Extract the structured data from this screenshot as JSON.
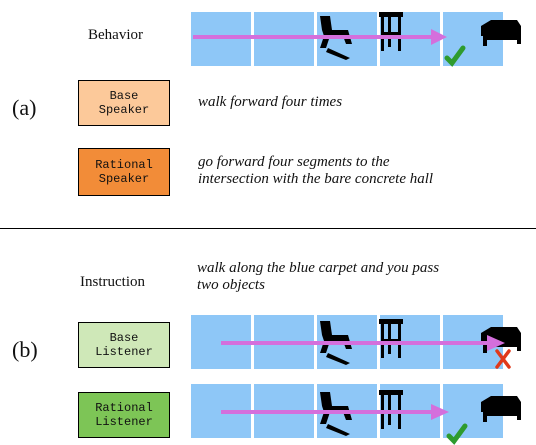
{
  "panel_a": {
    "letter": "(a)",
    "row_label": "Behavior",
    "base_speaker": {
      "label": "Base\nSpeaker",
      "fill": "#fcc99a",
      "utterance": "walk forward four times"
    },
    "rational_speaker": {
      "label": "Rational\nSpeaker",
      "fill": "#f28c38",
      "utterance_line1": "go forward four segments to the",
      "utterance_line2": "intersection with the bare concrete hall"
    },
    "strip": {
      "success": true
    }
  },
  "panel_b": {
    "letter": "(b)",
    "row_label": "Instruction",
    "instruction_line1": "walk along the blue carpet and you pass",
    "instruction_line2": "two objects",
    "base_listener": {
      "label": "Base\nListener",
      "fill": "#cfe8b8",
      "outcome": "fail"
    },
    "rational_listener": {
      "label": "Rational\nListener",
      "fill": "#7dc556",
      "outcome": "success"
    }
  },
  "colors": {
    "tile": "#8ec7f7",
    "arrow": "#d46fdc",
    "check": "#2e9b2e",
    "cross": "#e0391b"
  },
  "icons": [
    "chair-icon",
    "stool-icon",
    "sofa-icon",
    "checkmark-icon",
    "cross-icon"
  ]
}
